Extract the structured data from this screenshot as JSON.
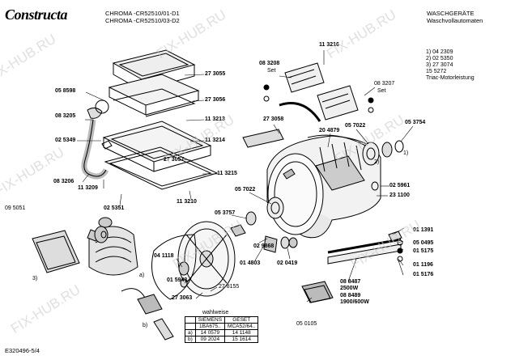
{
  "brand": "Constructa",
  "header": {
    "models": [
      "CHROMA -CR52510/01-D1",
      "CHROMA -CR52510/03-D2"
    ],
    "category": [
      "WASCHGERÄTE",
      "Waschvollautomaten"
    ]
  },
  "notes": [
    "1)  04 2309",
    "2)  02 5350",
    "3)  27 3074",
    "     15 5272",
    "Triac-Motorleistung"
  ],
  "watermark": "FIX-HUB.RU",
  "footer_code": "E320496-5/4",
  "parts": {
    "p058598": "05 8598",
    "p273055": "27 3055",
    "p273056": "27 3056",
    "p083205": "08 3205",
    "p113213": "11 3213",
    "p025349": "02 5349",
    "p113214": "11 3214",
    "p273057": "27 3057",
    "p083206": "08 3206",
    "p113215": "11 3215",
    "p113209": "11 3209",
    "p113210": "11 3210",
    "p025351": "02 5351",
    "p095051": "09 5051",
    "p083208": "08 3208",
    "set1": "Set",
    "p113216": "11 3216",
    "p083207": "08 3207",
    "set2": "Set",
    "p273058": "27 3058",
    "p204879": "20 4879",
    "p057022a": "05 7022",
    "p053754": "05 3754",
    "p025961": "02 5961",
    "p231100": "23 1100",
    "p057022b": "05 7022",
    "p053757": "05 3757",
    "p029868": "02 9868",
    "p014803": "01 4803",
    "p020419": "02 0419",
    "p011391": "01 1391",
    "p050495": "05 0495",
    "p015175": "01 5175",
    "p011196": "01 1196",
    "p015176": "01 5176",
    "p088487": "08 8487",
    "w2500": "2500W",
    "p088489": "08 8489",
    "w1900": "1900/600W",
    "p050105": "05 0105",
    "p041118": "04 1118",
    "p015943": "01 5943",
    "p278155": "27 8155",
    "p273063": "27 3063",
    "mk1": "1)",
    "mk2": "2)",
    "mk3": "3)",
    "mka": "a)",
    "mkb": "b)"
  },
  "selection_table": {
    "title": "wahlweise",
    "headers": [
      [
        "",
        "SIEMENS",
        "GESET"
      ],
      [
        "",
        "1BA675..",
        "MCA52/64.."
      ]
    ],
    "rows": [
      [
        "a)",
        "14 0579",
        "14 1148"
      ],
      [
        "b)",
        "09 2024",
        "15 1614"
      ]
    ]
  }
}
